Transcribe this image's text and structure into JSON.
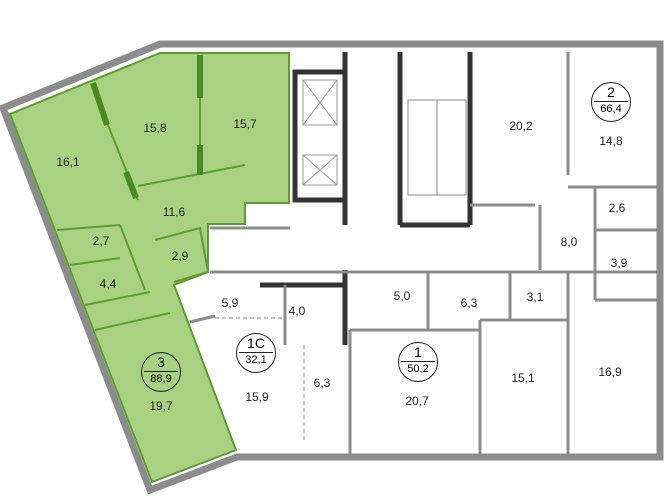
{
  "colors": {
    "selected_fill": "#a8d282",
    "selected_wall": "#5c9c32",
    "wall": "#8c8c8c",
    "core_wall": "#333333"
  },
  "apartments": [
    {
      "id": "3",
      "area": "88,9",
      "selected": true,
      "rooms": [
        "16,1",
        "15,8",
        "15,7",
        "11,6",
        "2,7",
        "2,9",
        "4,4",
        "19,7"
      ]
    },
    {
      "id": "1С",
      "area": "32,1",
      "selected": false,
      "rooms": [
        "5,9",
        "4,0",
        "15,9",
        "6,3"
      ]
    },
    {
      "id": "1",
      "area": "50,2",
      "selected": false,
      "rooms": [
        "5,0",
        "6,3",
        "3,1",
        "20,7",
        "15,1"
      ]
    },
    {
      "id": "2",
      "area": "66,4",
      "selected": false,
      "rooms": [
        "20,2",
        "14,8",
        "2,6",
        "8,0",
        "3,9",
        "16,9"
      ]
    }
  ]
}
